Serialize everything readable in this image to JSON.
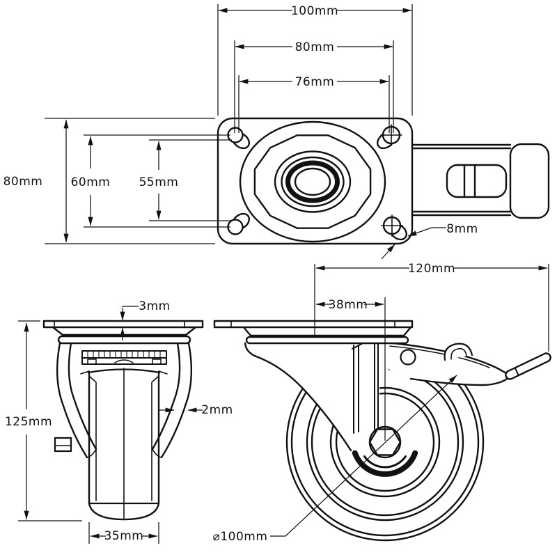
{
  "meta": {
    "drawing_type": "Dimensioned engineering drawing: swivel plate caster with brake, three orthographic views",
    "background": "#ffffff",
    "line_color": "#111111"
  },
  "views": {
    "top": {
      "name": "top view (mounting plate)",
      "dims": {
        "plate_width": "100mm",
        "bolt_span_outer": "80mm",
        "bolt_span_inner": "76mm",
        "plate_depth": "80mm",
        "bolt_pitch_outer": "60mm",
        "bolt_pitch_inner": "55mm",
        "bolt_hole": "8mm"
      }
    },
    "front": {
      "name": "front view",
      "dims": {
        "plate_thickness": "3mm",
        "fork_thickness": "2mm",
        "overall_height": "125mm",
        "wheel_width": "35mm"
      }
    },
    "side": {
      "name": "side view",
      "dims": {
        "overall_length": "120mm",
        "swivel_offset": "38mm",
        "wheel_diameter": "⌀100mm"
      }
    }
  }
}
